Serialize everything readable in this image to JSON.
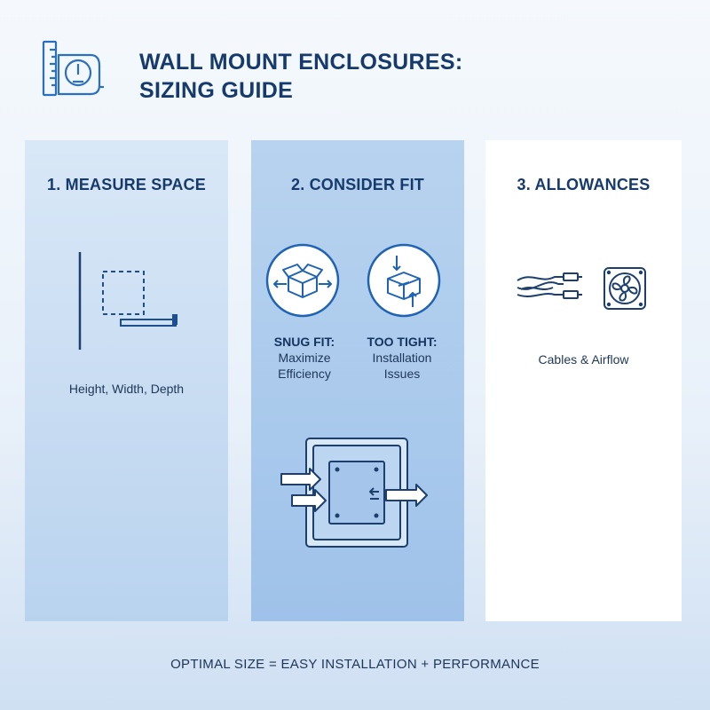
{
  "header": {
    "title_line1": "WALL MOUNT ENCLOSURES:",
    "title_line2": "SIZING GUIDE",
    "icon": "tape-measure-icon"
  },
  "panels": [
    {
      "heading": "1. MEASURE SPACE",
      "caption": "Height, Width, Depth",
      "icon": "measure-dimensions-icon"
    },
    {
      "heading": "2. CONSIDER FIT",
      "snug": {
        "title": "SNUG FIT:",
        "line1": "Maximize",
        "line2": "Efficiency",
        "icon": "snug-box-icon"
      },
      "tight": {
        "title": "TOO TIGHT:",
        "line1": "Installation",
        "line2": "Issues",
        "icon": "tight-box-icon"
      },
      "diagram_icon": "enclosure-airflow-icon"
    },
    {
      "heading": "3. ALLOWANCES",
      "caption": "Cables & Airflow",
      "icons": [
        "cables-icon",
        "fan-icon"
      ]
    }
  ],
  "footer": "OPTIMAL SIZE = EASY INSTALLATION + PERFORMANCE",
  "colors": {
    "accent": "#1f63b4",
    "text": "#163a6b"
  }
}
